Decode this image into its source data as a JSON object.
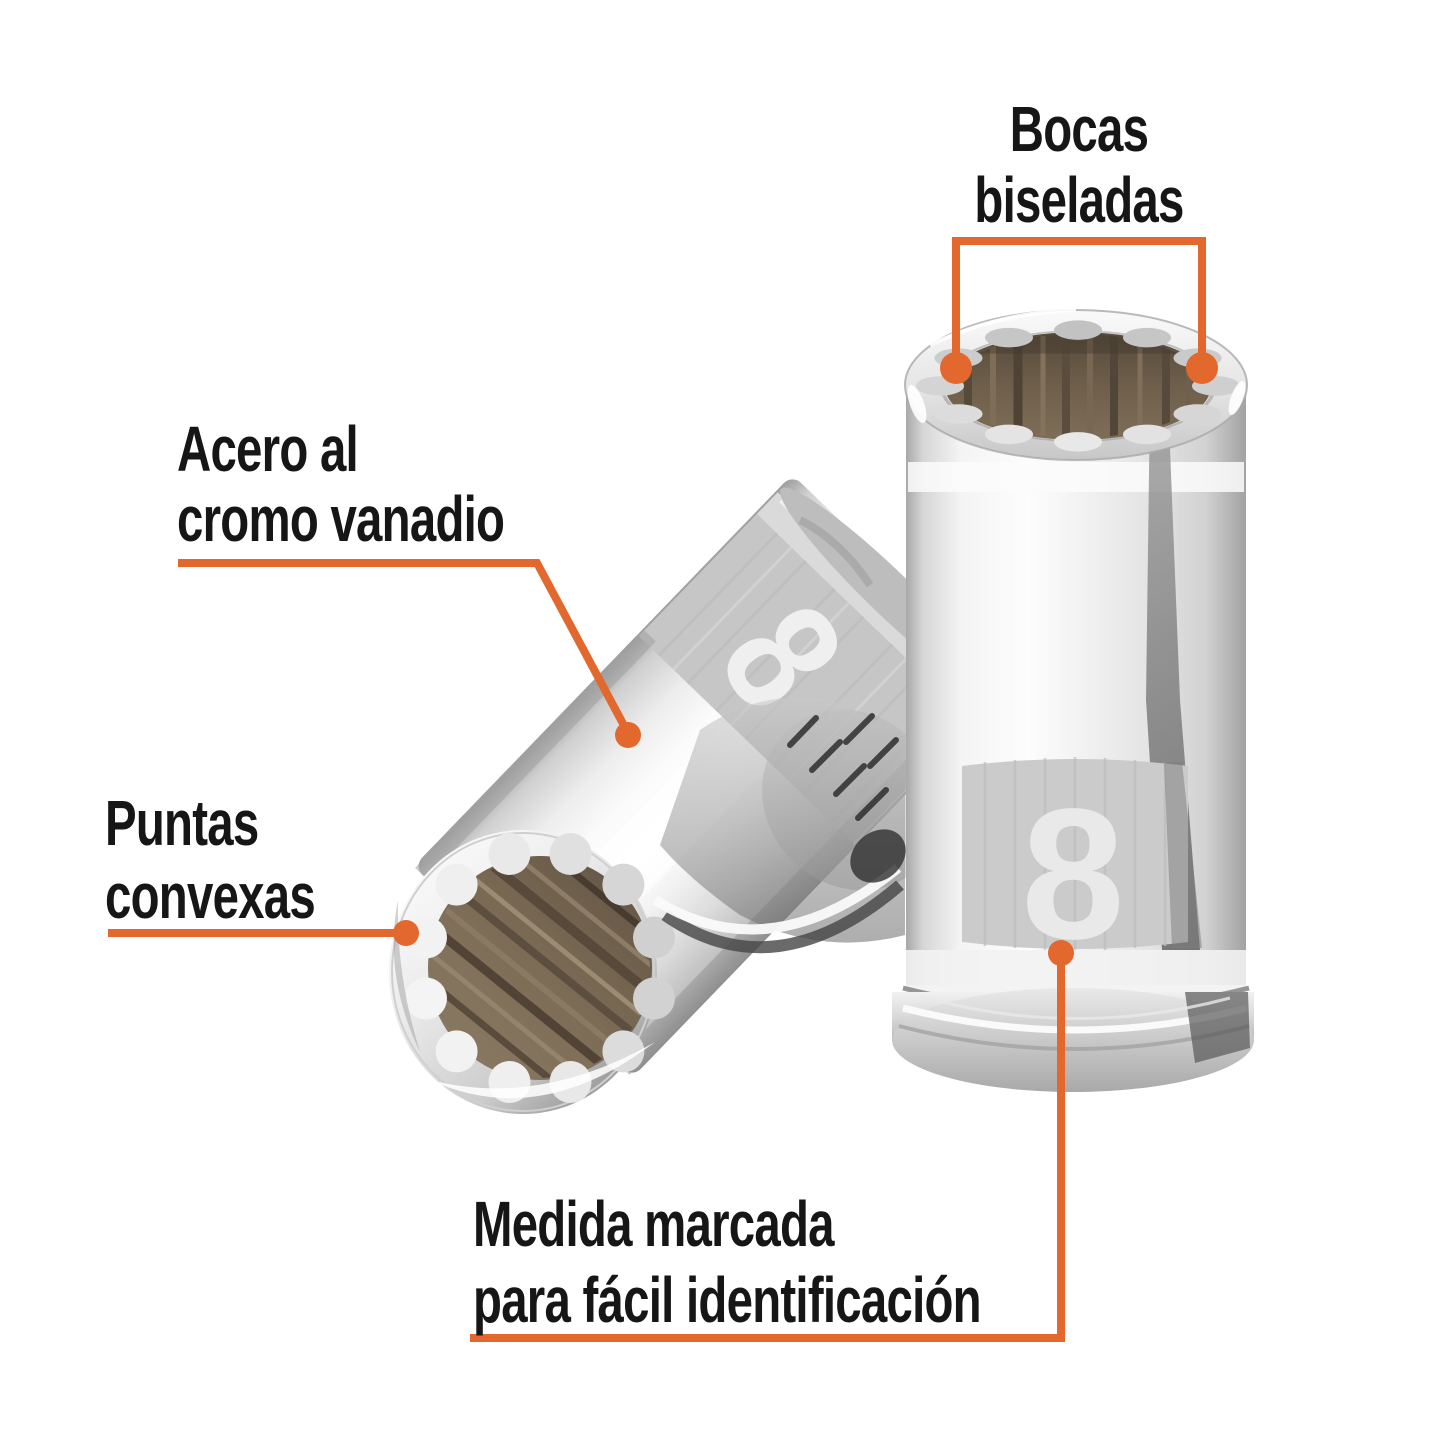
{
  "style": {
    "background": "#ffffff",
    "accent_color": "#e2682d",
    "text_color": "#161616",
    "chrome_light": "#f6f6f6",
    "chrome_mid": "#d9d9d9",
    "chrome_dark": "#8f8f8f",
    "bore_brown": "#7c6c56"
  },
  "callouts": {
    "bocas_biseladas": {
      "lines": [
        "Bocas",
        "biseladas"
      ]
    },
    "acero_cromo_vanadio": {
      "lines": [
        "Acero al",
        "cromo vanadio"
      ]
    },
    "puntas_convexas": {
      "lines": [
        "Puntas",
        "convexas"
      ]
    },
    "medida_marcada": {
      "lines": [
        "Medida marcada",
        "para fácil identificación"
      ]
    }
  },
  "sockets": {
    "upright": {
      "size_label": "8"
    },
    "lying": {
      "size_label": "8"
    }
  }
}
